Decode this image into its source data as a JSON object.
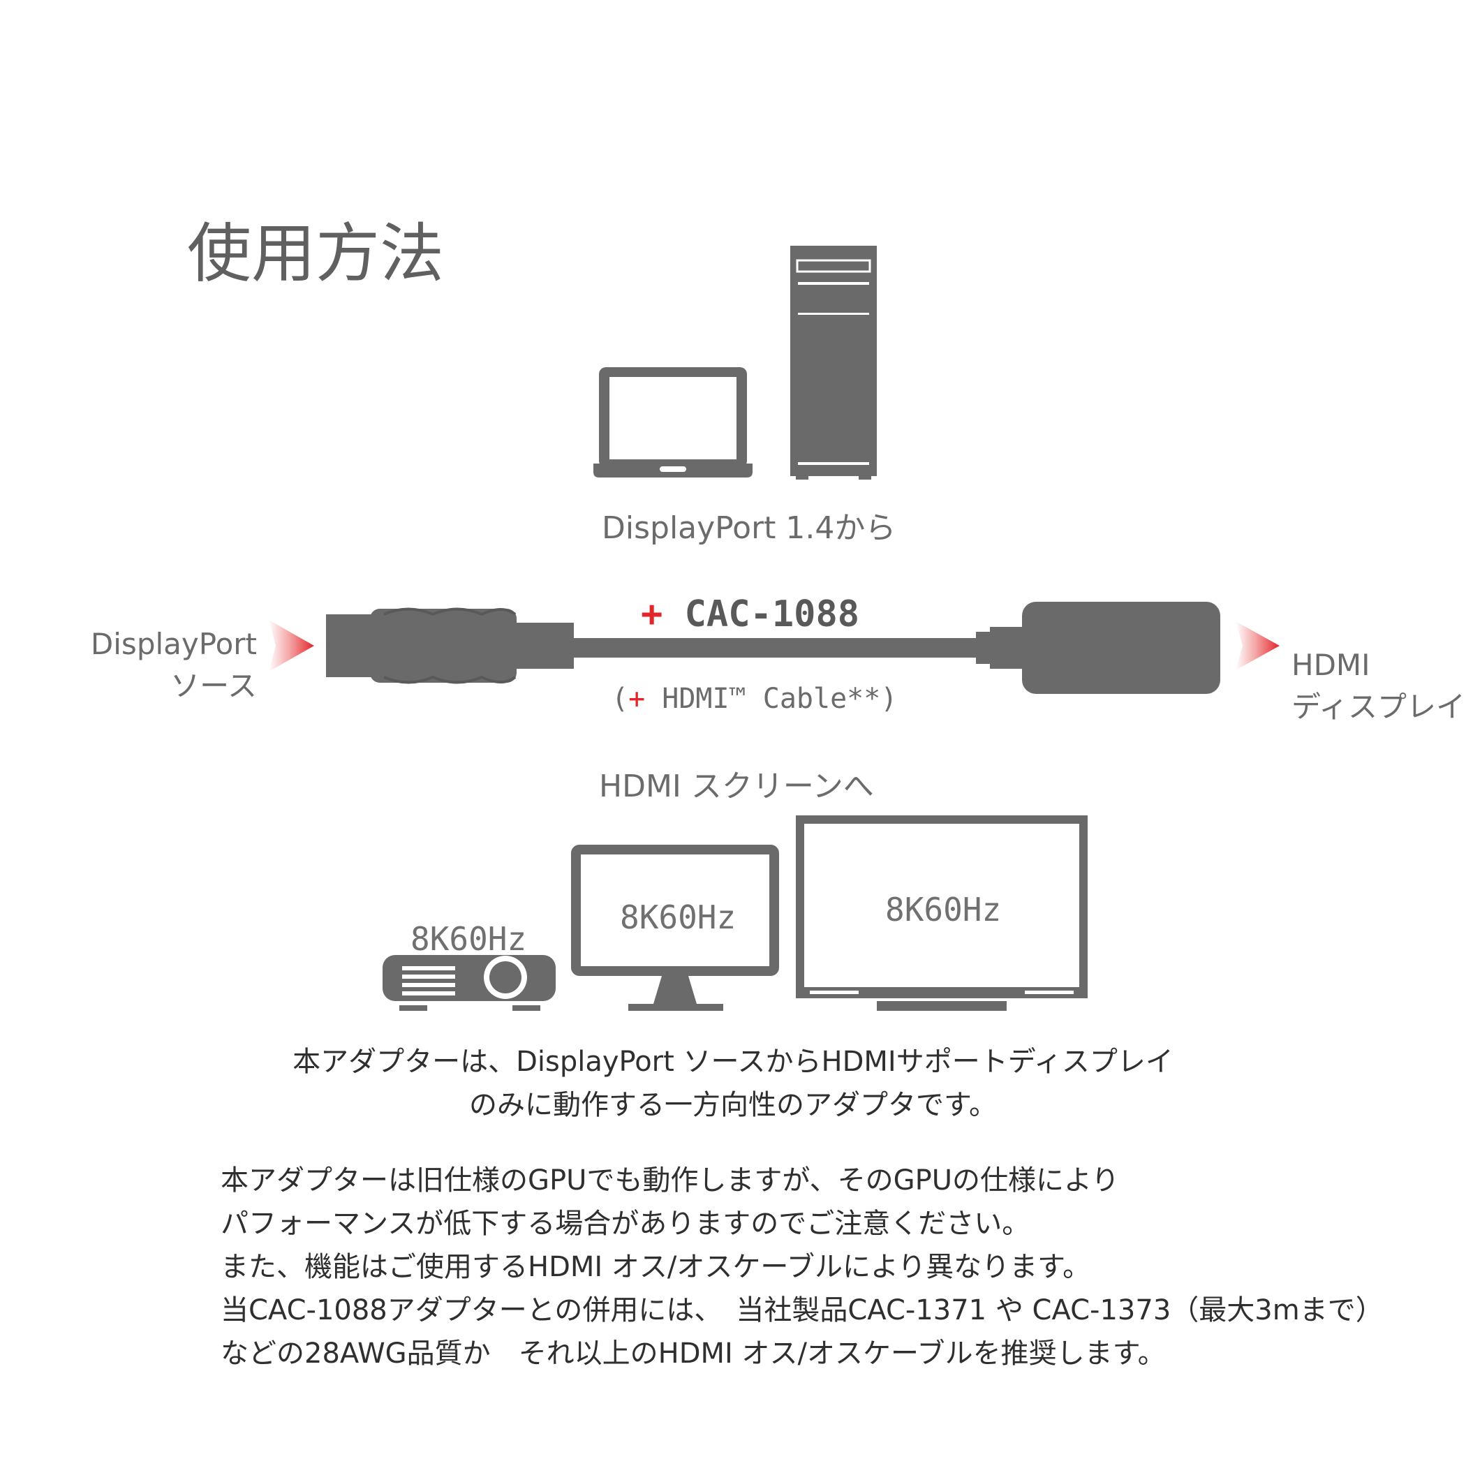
{
  "title": "使用方法",
  "source_caption": "DisplayPort 1.4から",
  "left_label": [
    "DisplayPort",
    "ソース"
  ],
  "right_label": [
    "HDMI",
    "ディスプレイ"
  ],
  "product": {
    "plus": "+",
    "name": "CAC-1088"
  },
  "cable_note": {
    "open": "(",
    "plus": "+",
    "text": " HDMI™ Cable**)"
  },
  "dest_caption": "HDMI スクリーンへ",
  "resolutions": {
    "projector": "8K60Hz",
    "monitor": "8K60Hz",
    "tv": "8K60Hz"
  },
  "note_center": [
    "本アダプターは、DisplayPort ソースからHDMIサポートディスプレイ",
    "のみに動作する一方向性のアダプタです。"
  ],
  "note_body": [
    "本アダプターは旧仕様のGPUでも動作しますが、そのGPUの仕様により",
    "パフォーマンスが低下する場合がありますのでご注意ください。",
    "また、機能はご使用するHDMI オス/オスケーブルにより異なります。",
    "当CAC-1088アダプターとの併用には、　当社製品CAC-1371 や CAC-1373（最大3mまで）",
    "などの28AWG品質か　それ以上のHDMI オス/オスケーブルを推奨します。"
  ],
  "colors": {
    "device_gray": "#6a6a6a",
    "accent_red": "#e3262a"
  }
}
